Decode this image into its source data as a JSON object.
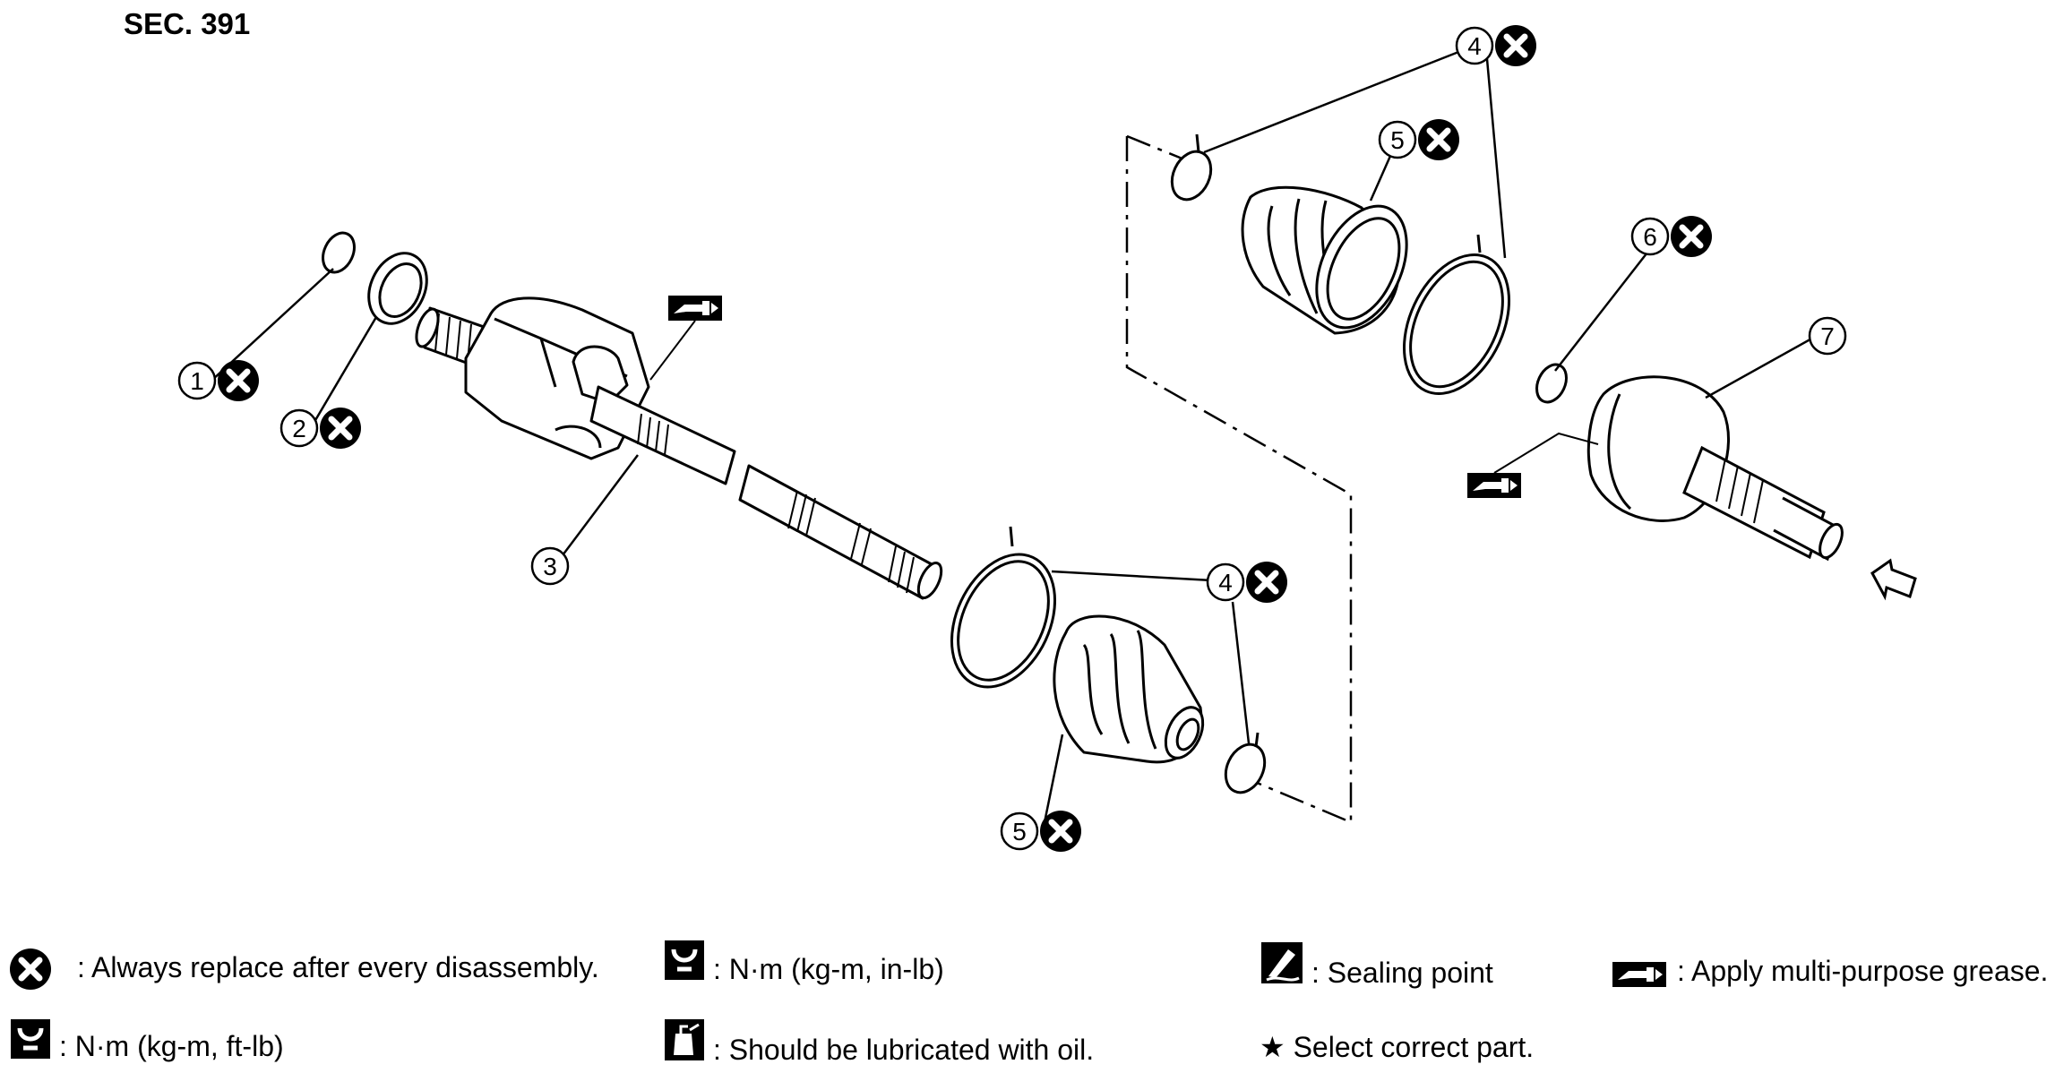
{
  "section_label": "SEC. 391",
  "callouts": [
    {
      "number": "1",
      "replace_mark": true
    },
    {
      "number": "2",
      "replace_mark": true
    },
    {
      "number": "3",
      "replace_mark": false
    },
    {
      "number": "4",
      "replace_mark": true
    },
    {
      "number": "5",
      "replace_mark": true
    },
    {
      "number": "4",
      "replace_mark": true
    },
    {
      "number": "5",
      "replace_mark": true
    },
    {
      "number": "6",
      "replace_mark": true
    },
    {
      "number": "7",
      "replace_mark": false
    }
  ],
  "legend": {
    "always_replace": ": Always replace after every disassembly.",
    "torque_in_lb": ": N·m (kg-m, in-lb)",
    "sealing_point": ": Sealing point",
    "grease": ": Apply multi-purpose grease.",
    "torque_ft_lb": ": N·m (kg-m, ft-lb)",
    "lubricate_oil": ": Should be lubricated with oil.",
    "select_part": "★ Select correct part."
  },
  "icons": {
    "replace": "x-circle-icon",
    "torque_in_lb": "torque-wrench-icon",
    "sealing": "sealing-icon",
    "grease": "grease-gun-icon",
    "torque_ft_lb": "torque-wrench-icon",
    "oil": "oil-can-icon"
  }
}
